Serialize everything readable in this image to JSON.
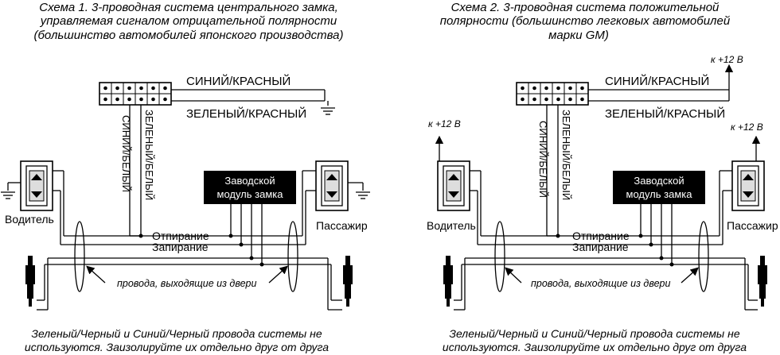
{
  "diagram1": {
    "title_lines": [
      "Схема 1. 3-проводная система центрального замка,",
      "управляемая сигналом отрицательной полярности",
      "(большинство автомобилей японского производства)"
    ],
    "wire_blue_red": "СИНИЙ/КРАСНЫЙ",
    "wire_green_red": "ЗЕЛЕНЫЙ/КРАСНЫЙ",
    "wire_blue_white": "СИНИЙ/БЕЛЫЙ",
    "wire_green_white": "ЗЕЛЕНЫЙ/БЕЛЫЙ",
    "module_lines": [
      "Заводской",
      "модуль замка"
    ],
    "driver": "Водитель",
    "passenger": "Пассажир",
    "unlock": "Отпирание",
    "lock": "Запирание",
    "door_wires": "провода, выходящие из двери",
    "note_lines": [
      "Зеленый/Черный и Синий/Черный провода системы не",
      "используются. Заизолируйте их отдельно друг от друга"
    ]
  },
  "diagram2": {
    "title_lines": [
      "Схема 2. 3-проводная система положительной",
      "полярности (большинство легковых автомобилей",
      "марки GM)"
    ],
    "wire_blue_red": "СИНИЙ/КРАСНЫЙ",
    "wire_green_red": "ЗЕЛЕНЫЙ/КРАСНЫЙ",
    "wire_blue_white": "СИНИЙ/БЕЛЫЙ",
    "wire_green_white": "ЗЕЛЕНЫЙ/БЕЛЫЙ",
    "plus12": "к +12 В",
    "module_lines": [
      "Заводской",
      "модуль замка"
    ],
    "driver": "Водитель",
    "passenger": "Пассажир",
    "unlock": "Отпирание",
    "lock": "Запирание",
    "door_wires": "провода, выходящие из двери",
    "note_lines": [
      "Зеленый/Черный и Синий/Черный провода системы не",
      "используются. Заизолируйте их отдельно друг от друга"
    ]
  }
}
